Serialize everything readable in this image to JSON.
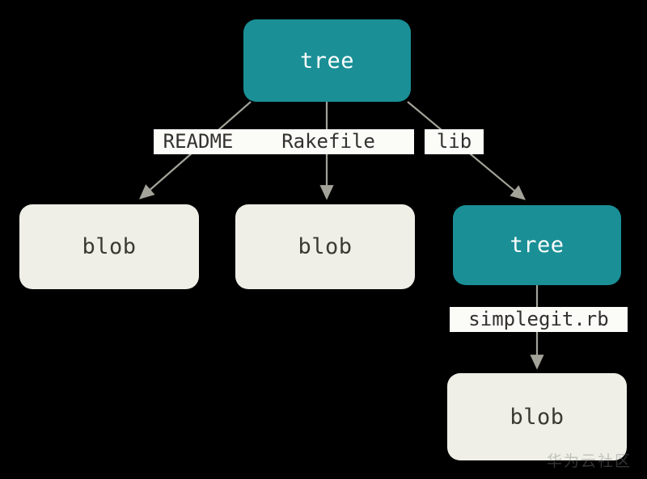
{
  "diagram": {
    "type": "git-object-tree",
    "background_color": "#000000",
    "node_tree_color": "#1a8f96",
    "node_blob_color": "#efefe8",
    "edge_color": "#a3a39a",
    "label_bg_color": "#fbfbf8",
    "label_text_color": "#33312e",
    "nodes": [
      {
        "id": "tree-root",
        "label": "tree",
        "kind": "tree"
      },
      {
        "id": "blob-readme",
        "label": "blob",
        "kind": "blob"
      },
      {
        "id": "blob-rakefile",
        "label": "blob",
        "kind": "blob"
      },
      {
        "id": "tree-lib",
        "label": "tree",
        "kind": "tree"
      },
      {
        "id": "blob-simplegit",
        "label": "blob",
        "kind": "blob"
      }
    ],
    "edges": [
      {
        "from": "tree-root",
        "to": "blob-readme",
        "label": "README"
      },
      {
        "from": "tree-root",
        "to": "blob-rakefile",
        "label": "Rakefile"
      },
      {
        "from": "tree-root",
        "to": "tree-lib",
        "label": "lib"
      },
      {
        "from": "tree-lib",
        "to": "blob-simplegit",
        "label": "simplegit.rb"
      }
    ]
  },
  "watermark": {
    "text": "华为云社区"
  }
}
